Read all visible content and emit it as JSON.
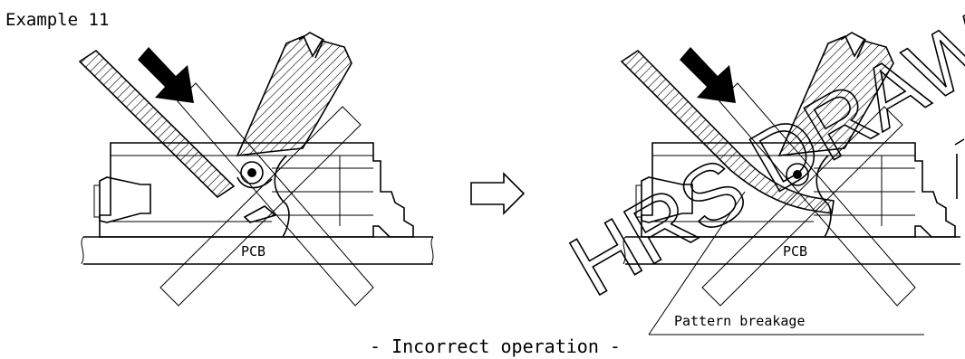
{
  "example_label": "Example 11",
  "left_figure": {
    "pcb_label": "PCB"
  },
  "right_figure": {
    "pcb_label": "PCB",
    "callout": "Pattern breakage"
  },
  "caption": "- Incorrect operation -",
  "watermark": "HRS DRAWING",
  "icons": {
    "transition": "outline-right-arrow-icon",
    "force": "solid-diagonal-arrow-icon"
  }
}
